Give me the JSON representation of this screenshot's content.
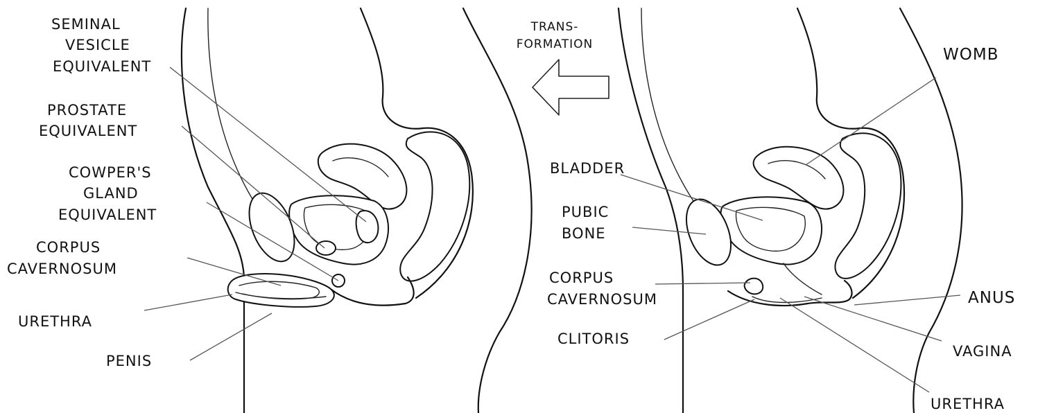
{
  "male_labels": {
    "seminal_vesicle": [
      "SEMINAL",
      "VESICLE",
      "EQUIVALENT"
    ],
    "prostate": [
      "PROSTATE",
      "EQUIVALENT"
    ],
    "cowpers_gland": [
      "COWPER'S",
      "GLAND",
      "EQUIVALENT"
    ],
    "corpus_cavernosum": [
      "CORPUS",
      "CAVERNOSUM"
    ],
    "urethra": "URETHRA",
    "penis": "PENIS"
  },
  "transformation": [
    "TRANS-",
    "FORMATION"
  ],
  "female_labels": {
    "womb": "WOMB",
    "bladder": "BLADDER",
    "pubic_bone": [
      "PUBIC",
      "BONE"
    ],
    "corpus_cavernosum": [
      "CORPUS",
      "CAVERNOSUM"
    ],
    "clitoris": "CLITORIS",
    "anus": "ANUS",
    "vagina": "VAGINA",
    "urethra": "URETHRA"
  }
}
